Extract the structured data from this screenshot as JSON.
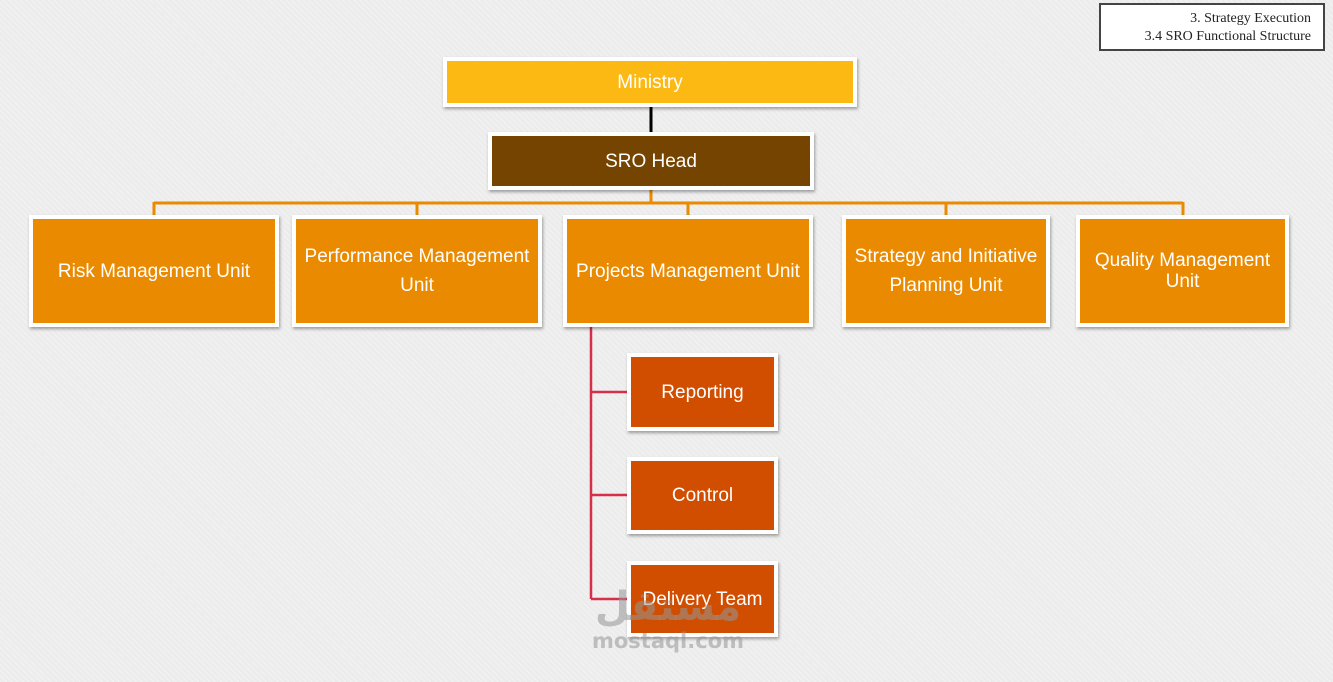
{
  "header": {
    "line1": "3. Strategy Execution",
    "line2": "3.4 SRO Functional Structure"
  },
  "chart": {
    "top": "Ministry",
    "head": "SRO Head",
    "units": [
      "Risk Management Unit",
      "Performance Management Unit",
      "Projects Management Unit",
      "Strategy and Initiative Planning Unit",
      "Quality Management Unit"
    ],
    "sub_units": [
      "Reporting",
      "Control",
      "Delivery Team"
    ]
  },
  "colors": {
    "ministry": "#fdb913",
    "head": "#744400",
    "unit": "#ea8a00",
    "sub_unit": "#d14e00",
    "unit_connector": "#ea8a00",
    "sub_connector": "#d62f4a"
  },
  "watermark": {
    "logo": "مستقل",
    "url": "mostaql.com"
  }
}
